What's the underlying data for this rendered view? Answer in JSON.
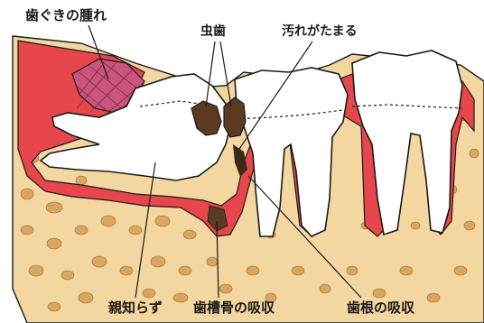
{
  "labels": {
    "gum_swelling": "歯ぐきの腫れ",
    "caries": "虫歯",
    "plaque_buildup": "汚れがたまる",
    "wisdom_tooth": "親知らず",
    "alveolar_bone_resorption": "歯槽骨の吸収",
    "root_resorption": "歯根の吸収"
  },
  "colors": {
    "bone": "#f3d6a0",
    "bone_cell": "#d9a65f",
    "gum": "#e8464d",
    "gum_light": "#f7b1a6",
    "swelling": "#c9557c",
    "tooth": "#ffffff",
    "outline": "#1a1a1a",
    "decay": "#5a3a22"
  }
}
